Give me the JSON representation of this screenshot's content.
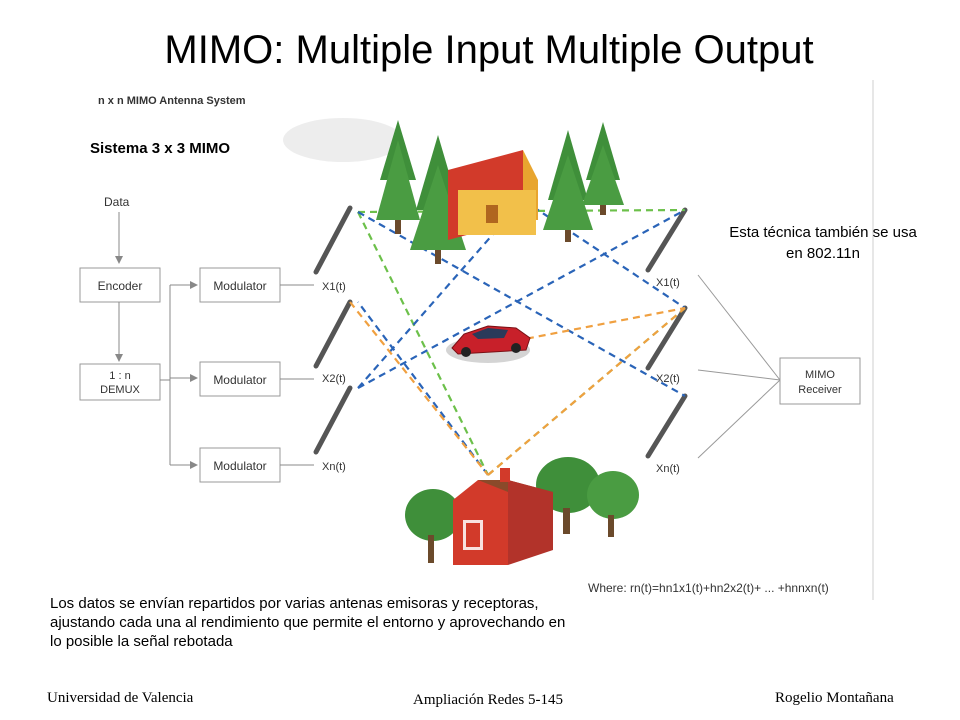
{
  "slide": {
    "title": "MIMO: Multiple Input Multiple Output",
    "subtitle_label": "Sistema 3 x 3 MIMO",
    "side_note": "Esta técnica también se usa en 802.11n",
    "body": "Los datos se envían repartidos por varias antenas emisoras y receptoras, ajustando cada una al rendimiento que permite el entorno y aprovechando en lo posible la señal rebotada"
  },
  "figure": {
    "heading": "n x n MIMO Antenna System",
    "data_label": "Data",
    "encoder": "Encoder",
    "demux_line1": "1 : n",
    "demux_line2": "DEMUX",
    "modulator": "Modulator",
    "tx_labels": [
      "X1(t)",
      "X2(t)",
      "Xn(t)"
    ],
    "rx_labels": [
      "X1(t)",
      "X2(t)",
      "Xn(t)"
    ],
    "receiver_line1": "MIMO",
    "receiver_line2": "Receiver",
    "formula": "Where: rn(t)=hn1x1(t)+hn2x2(t)+ ... +hnnxn(t)",
    "colors": {
      "green": "#6cc04a",
      "blue": "#2a64b8",
      "orange": "#f0a040",
      "house": "#d23a2a",
      "tree": "#3f8f3a"
    }
  },
  "footer": {
    "left": "Universidad de Valencia",
    "center": "Ampliación Redes 5-145",
    "right": "Rogelio Montañana"
  }
}
